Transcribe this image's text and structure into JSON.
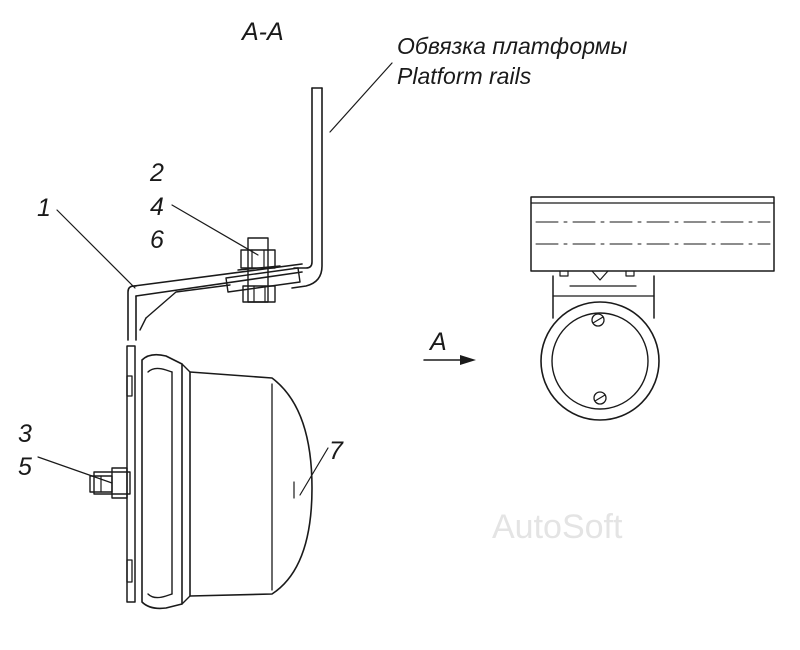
{
  "section_title": "A-A",
  "caption_ru": "Обвязка платформы",
  "caption_en": "Platform rails",
  "callouts": [
    "1",
    "2",
    "4",
    "6",
    "3",
    "5",
    "7"
  ],
  "view_label": "A",
  "watermark": "AutoSoft"
}
